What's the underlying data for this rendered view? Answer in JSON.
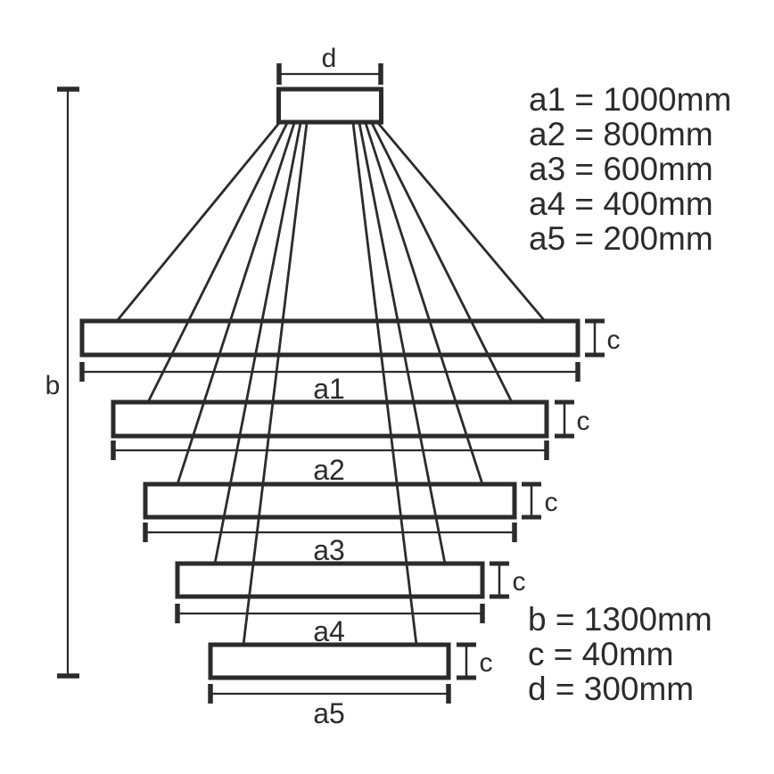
{
  "page": {
    "background": "#ffffff",
    "ink": "#2b2b2b",
    "description": "Pendant lamp 5-ring dimension diagram"
  },
  "labels": {
    "d": "d",
    "b": "b",
    "c": "c",
    "a1": "a1",
    "a2": "a2",
    "a3": "a3",
    "a4": "a4",
    "a5": "a5"
  },
  "specs_top": [
    "a1 = 1000mm",
    "a2 = 800mm",
    "a3 = 600mm",
    "a4 = 400mm",
    "a5 = 200mm"
  ],
  "specs_bottom": [
    "b = 1300mm",
    "c = 40mm",
    "d = 300mm"
  ],
  "dimensions": {
    "a1": "1000mm",
    "a2": "800mm",
    "a3": "600mm",
    "a4": "400mm",
    "a5": "200mm",
    "b": "1300mm",
    "c": "40mm",
    "d": "300mm"
  }
}
